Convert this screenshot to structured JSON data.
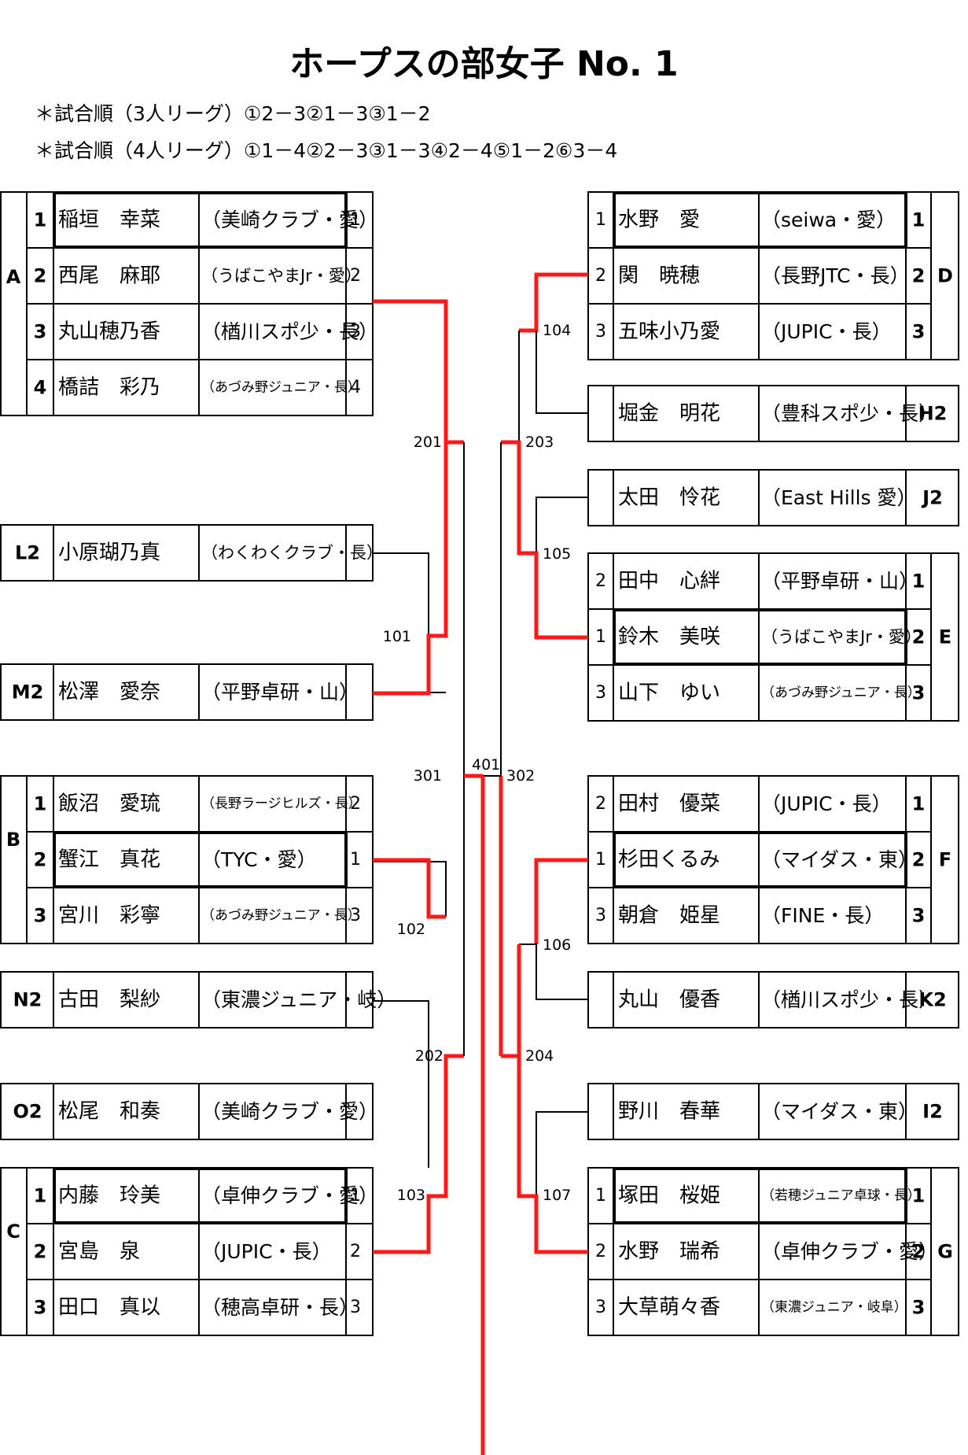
{
  "title": "ホープスの部女子 No. 1",
  "notes": [
    "＊試合順（3人リーグ）①2－3②1－3③1－2",
    "＊試合順（4人リーグ）①1－4②2－3③1－3④2－4⑤1－2⑥3－4"
  ],
  "left_entries": [
    {
      "group": "A",
      "type": "league",
      "players": [
        {
          "pos": "1",
          "name": "稲垣　幸菜",
          "club": "（美崎クラブ・愛）",
          "rank": "1",
          "boxed": true
        },
        {
          "pos": "2",
          "name": "西尾　麻耶",
          "club": "（うばこやまJr・愛）",
          "rank": "2",
          "small": true
        },
        {
          "pos": "3",
          "name": "丸山穂乃香",
          "club": "（楢川スポ少・長）",
          "rank": "3"
        },
        {
          "pos": "4",
          "name": "橋詰　彩乃",
          "club": "（あづみ野ジュニア・長）",
          "rank": "4",
          "tiny": true
        }
      ]
    },
    {
      "group": "L2",
      "type": "single",
      "players": [
        {
          "name": "小原瑚乃真",
          "club": "（わくわくクラブ・長）",
          "small": true
        }
      ]
    },
    {
      "group": "M2",
      "type": "single",
      "players": [
        {
          "name": "松澤　愛奈",
          "club": "（平野卓研・山）"
        }
      ]
    },
    {
      "group": "B",
      "type": "league",
      "players": [
        {
          "pos": "1",
          "name": "飯沼　愛琉",
          "club": "（長野ラージヒルズ・長）",
          "rank": "2",
          "tiny": true
        },
        {
          "pos": "2",
          "name": "蟹江　真花",
          "club": "（TYC・愛）",
          "rank": "1",
          "boxed": true
        },
        {
          "pos": "3",
          "name": "宮川　彩寧",
          "club": "（あづみ野ジュニア・長）",
          "rank": "3",
          "tiny": true
        }
      ]
    },
    {
      "group": "N2",
      "type": "single",
      "players": [
        {
          "name": "古田　梨紗",
          "club": "（東濃ジュニア・岐）"
        }
      ]
    },
    {
      "group": "O2",
      "type": "single",
      "players": [
        {
          "name": "松尾　和奏",
          "club": "（美崎クラブ・愛）"
        }
      ]
    },
    {
      "group": "C",
      "type": "league",
      "players": [
        {
          "pos": "1",
          "name": "内藤　玲美",
          "club": "（卓伸クラブ・愛）",
          "rank": "1",
          "boxed": true
        },
        {
          "pos": "2",
          "name": "宮島　泉",
          "club": "（JUPIC・長）",
          "rank": "2"
        },
        {
          "pos": "3",
          "name": "田口　真以",
          "club": "（穂高卓研・長）",
          "rank": "3"
        }
      ]
    }
  ],
  "right_entries": [
    {
      "group": "D",
      "type": "league",
      "players": [
        {
          "pos": "1",
          "name": "水野　愛",
          "club": "（seiwa・愛）",
          "rank": "1",
          "boxed": true
        },
        {
          "pos": "2",
          "name": "関　暁穂",
          "club": "（長野JTC・長）",
          "rank": "2"
        },
        {
          "pos": "3",
          "name": "五味小乃愛",
          "club": "（JUPIC・長）",
          "rank": "3"
        }
      ]
    },
    {
      "group": "H2",
      "type": "single",
      "players": [
        {
          "name": "堀金　明花",
          "club": "（豊科スポ少・長）"
        }
      ]
    },
    {
      "group": "J2",
      "type": "single",
      "players": [
        {
          "name": "太田　怜花",
          "club": "（East Hills 愛）"
        }
      ]
    },
    {
      "group": "E",
      "type": "league",
      "players": [
        {
          "pos": "2",
          "name": "田中　心絆",
          "club": "（平野卓研・山）",
          "rank": "1"
        },
        {
          "pos": "1",
          "name": "鈴木　美咲",
          "club": "（うばこやまJr・愛）",
          "rank": "2",
          "boxed": true,
          "small": true
        },
        {
          "pos": "3",
          "name": "山下　ゆい",
          "club": "（あづみ野ジュニア・長）",
          "rank": "3",
          "tiny": true
        }
      ]
    },
    {
      "group": "F",
      "type": "league",
      "players": [
        {
          "pos": "2",
          "name": "田村　優菜",
          "club": "（JUPIC・長）",
          "rank": "1"
        },
        {
          "pos": "1",
          "name": "杉田くるみ",
          "club": "（マイダス・東）",
          "rank": "2",
          "boxed": true
        },
        {
          "pos": "3",
          "name": "朝倉　姫星",
          "club": "（FINE・長）",
          "rank": "3"
        }
      ]
    },
    {
      "group": "K2",
      "type": "single",
      "players": [
        {
          "name": "丸山　優香",
          "club": "（楢川スポ少・長）"
        }
      ]
    },
    {
      "group": "I2",
      "type": "single",
      "players": [
        {
          "name": "野川　春華",
          "club": "（マイダス・東）"
        }
      ]
    },
    {
      "group": "G",
      "type": "league",
      "players": [
        {
          "pos": "1",
          "name": "塚田　桜姫",
          "club": "（若穂ジュニア卓球・長）",
          "rank": "1",
          "boxed": true,
          "tiny": true
        },
        {
          "pos": "2",
          "name": "水野　瑞希",
          "club": "（卓伸クラブ・愛）",
          "rank": "2"
        },
        {
          "pos": "3",
          "name": "大草萌々香",
          "club": "（東濃ジュニア・岐阜）",
          "rank": "3",
          "tiny": true
        }
      ]
    }
  ],
  "match_numbers": [
    "101",
    "102",
    "103",
    "104",
    "105",
    "106",
    "107",
    "201",
    "202",
    "203",
    "204",
    "301",
    "302",
    "401"
  ],
  "colors": {
    "winner_line": "#ff1a1a",
    "line": "#000000"
  }
}
